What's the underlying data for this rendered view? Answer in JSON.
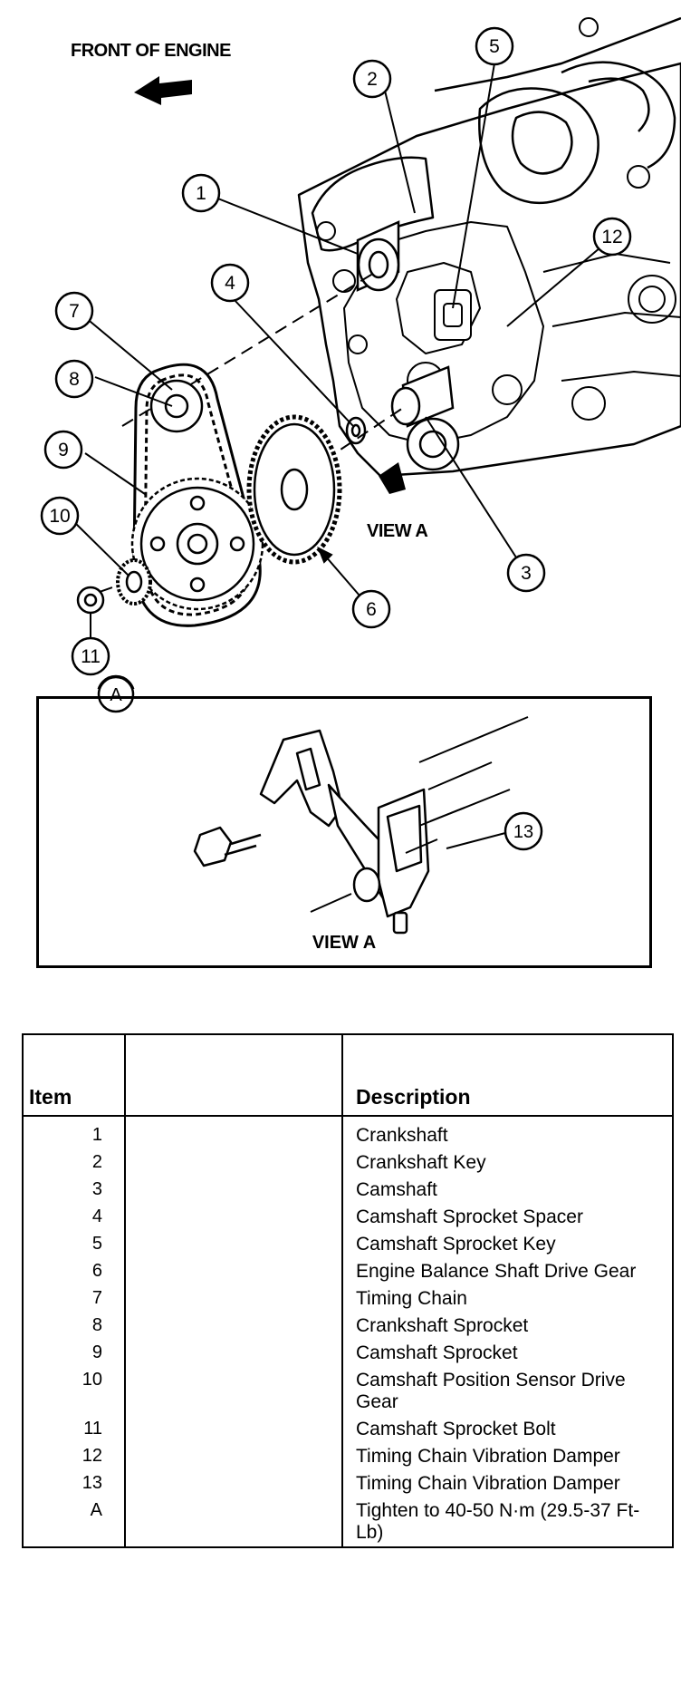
{
  "labels": {
    "front_of_engine": "FRONT OF ENGINE",
    "view_a_main": "VIEW A",
    "view_a_inset": "VIEW A"
  },
  "callouts": [
    "1",
    "2",
    "3",
    "4",
    "5",
    "6",
    "7",
    "8",
    "9",
    "10",
    "11",
    "A",
    "12",
    "13"
  ],
  "table": {
    "headers": {
      "item": "Item",
      "blank": "",
      "description": "Description"
    },
    "rows": [
      {
        "item": "1",
        "description": "Crankshaft"
      },
      {
        "item": "2",
        "description": "Crankshaft Key"
      },
      {
        "item": "3",
        "description": "Camshaft"
      },
      {
        "item": "4",
        "description": "Camshaft Sprocket Spacer"
      },
      {
        "item": "5",
        "description": "Camshaft Sprocket Key"
      },
      {
        "item": "6",
        "description": "Engine Balance Shaft Drive Gear"
      },
      {
        "item": "7",
        "description": "Timing Chain"
      },
      {
        "item": "8",
        "description": "Crankshaft Sprocket"
      },
      {
        "item": "9",
        "description": "Camshaft Sprocket"
      },
      {
        "item": "10",
        "description": "Camshaft Position Sensor Drive Gear"
      },
      {
        "item": "11",
        "description": "Camshaft Sprocket Bolt"
      },
      {
        "item": "12",
        "description": "Timing Chain Vibration Damper"
      },
      {
        "item": "13",
        "description": "Timing Chain Vibration Damper"
      },
      {
        "item": "A",
        "description": "Tighten to 40-50 N·m (29.5-37 Ft-Lb)"
      }
    ]
  }
}
